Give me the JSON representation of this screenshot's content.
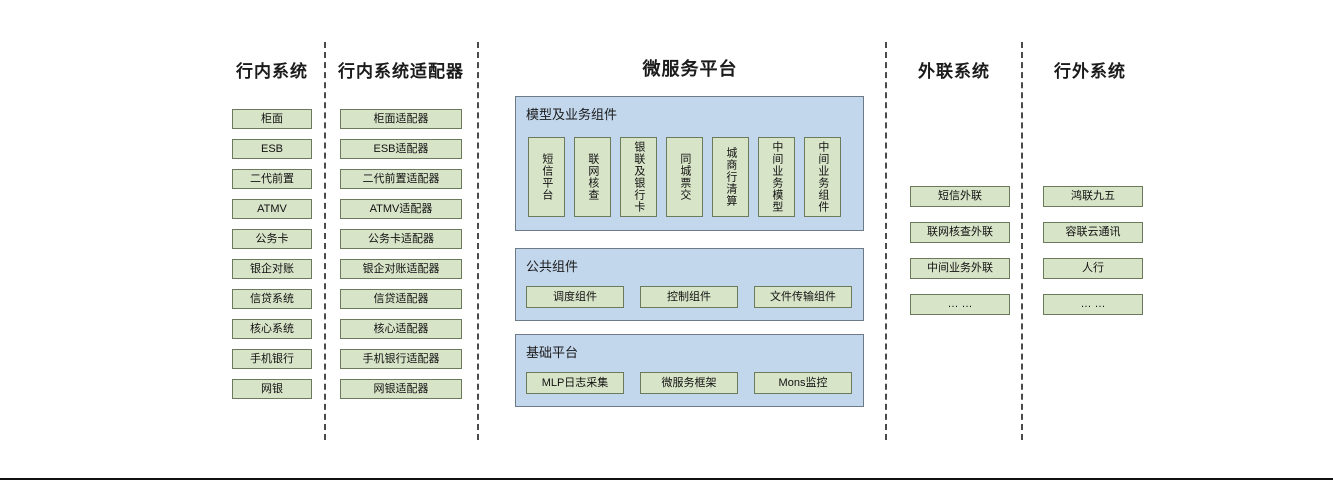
{
  "columns": [
    {
      "id": "intra-bank-systems",
      "title": "行内系统",
      "items": [
        "柜面",
        "ESB",
        "二代前置",
        "ATMV",
        "公务卡",
        "银企对账",
        "信贷系统",
        "核心系统",
        "手机银行",
        "网银"
      ]
    },
    {
      "id": "intra-bank-adapters",
      "title": "行内系统适配器",
      "items": [
        "柜面适配器",
        "ESB适配器",
        "二代前置适配器",
        "ATMV适配器",
        "公务卡适配器",
        "银企对账适配器",
        "信贷适配器",
        "核心适配器",
        "手机银行适配器",
        "网银适配器"
      ]
    },
    {
      "id": "microservice-platform",
      "title": "微服务平台"
    },
    {
      "id": "external-link-systems",
      "title": "外联系统",
      "items": [
        "短信外联",
        "联网核查外联",
        "中间业务外联",
        "… …"
      ]
    },
    {
      "id": "outside-bank-systems",
      "title": "行外系统",
      "items": [
        "鸿联九五",
        "容联云通讯",
        "人行",
        "… …"
      ]
    }
  ],
  "platform": {
    "groups": [
      {
        "id": "model-business-components",
        "title": "模型及业务组件",
        "orientation": "vertical",
        "items": [
          "短信平台",
          "联网核查",
          "银联及银行卡",
          "同城票交",
          "城商行清算",
          "中间业务模型",
          "中间业务组件"
        ]
      },
      {
        "id": "public-components",
        "title": "公共组件",
        "orientation": "horizontal",
        "items": [
          "调度组件",
          "控制组件",
          "文件传输组件"
        ]
      },
      {
        "id": "base-platform",
        "title": "基础平台",
        "orientation": "horizontal",
        "items": [
          "MLP日志采集",
          "微服务框架",
          "Mons监控"
        ]
      }
    ]
  },
  "colors": {
    "box_fill": "#d8e4c8",
    "box_border": "#6b7a5b",
    "panel_fill": "#c2d6ec",
    "panel_border": "#6d7a87",
    "divider": "#4a4a4a",
    "text": "#111111"
  }
}
